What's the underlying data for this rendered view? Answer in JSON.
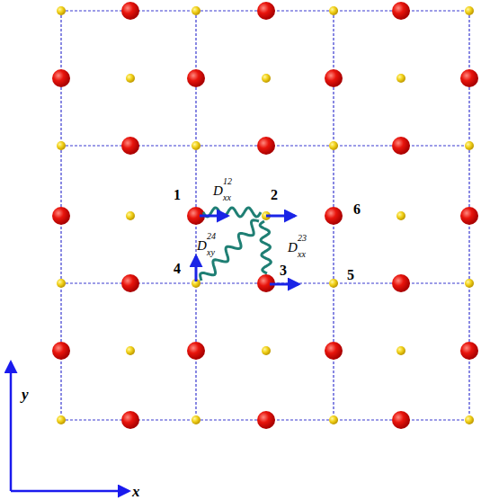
{
  "diagram": {
    "labels": [
      "1",
      "D",
      "12",
      "xx",
      "2",
      "6",
      "D",
      "24",
      "xy",
      "D",
      "23",
      "xx",
      "4",
      "3",
      "5",
      "y",
      "x"
    ]
  }
}
